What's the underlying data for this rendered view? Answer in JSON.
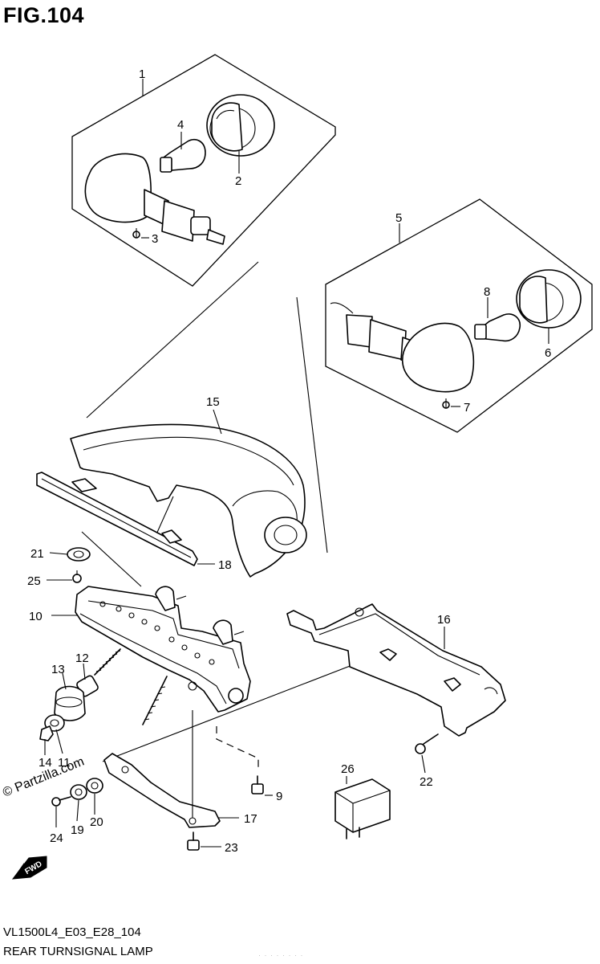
{
  "figure": {
    "title": "FIG.104",
    "code": "VL1500L4_E03_E28_104",
    "name": "REAR TURNSIGNAL LAMP",
    "watermark": "© Partzilla.com",
    "fwd_label": "FWD",
    "faint_text": "· · · · · · · ·"
  },
  "callouts": {
    "c1": "1",
    "c2": "2",
    "c3": "3",
    "c4": "4",
    "c5": "5",
    "c6": "6",
    "c7": "7",
    "c8": "8",
    "c9": "9",
    "c10": "10",
    "c11": "11",
    "c12": "12",
    "c13": "13",
    "c14": "14",
    "c15": "15",
    "c16": "16",
    "c17": "17",
    "c18": "18",
    "c19": "19",
    "c20": "20",
    "c21": "21",
    "c22": "22",
    "c23": "23",
    "c24": "24",
    "c25": "25",
    "c26": "26"
  }
}
